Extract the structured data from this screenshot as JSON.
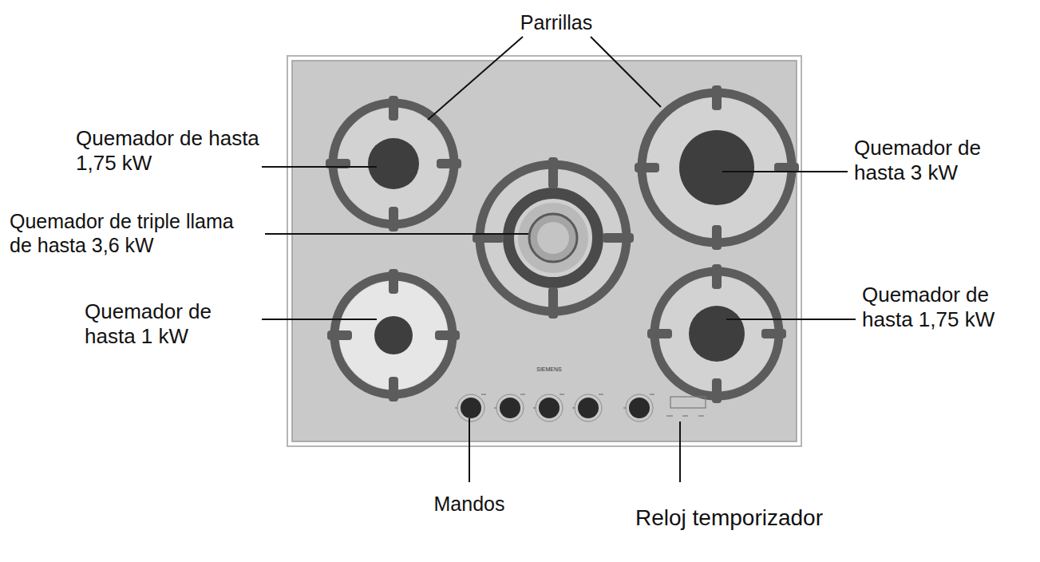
{
  "diagram": {
    "labels": [
      "Parrillas",
      "Quemador de hasta 1,75 kW",
      "Quemador de triple llama de hasta 3,6 kW",
      "Quemador de hasta 1 kW",
      "Quemador de hasta 3 kW",
      "Quemador de hasta 1,75 kW",
      "SIEMENS",
      "Mandos",
      "Reloj temporizador"
    ]
  }
}
